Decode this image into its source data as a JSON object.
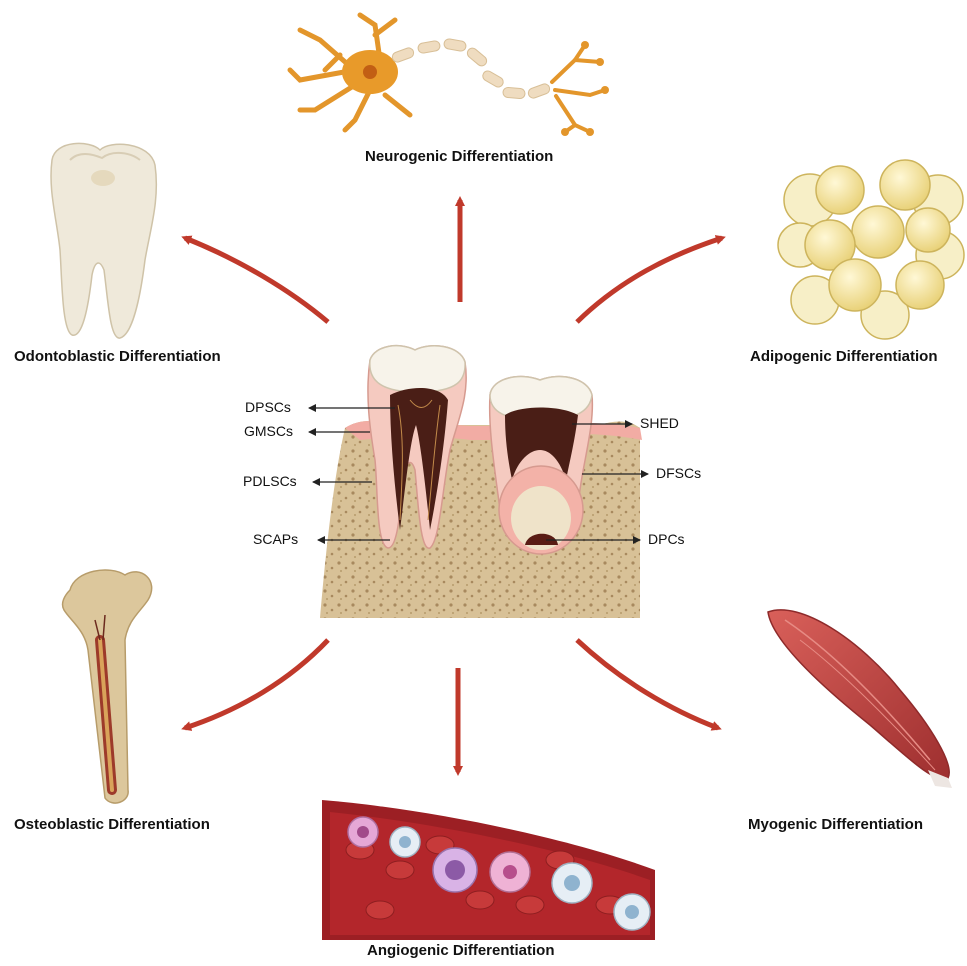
{
  "outcomes": {
    "neurogenic": "Neurogenic Differentiation",
    "odontoblastic": "Odontoblastic Differentiation",
    "adipogenic": "Adipogenic Differentiation",
    "osteoblastic": "Osteoblastic Differentiation",
    "myogenic": "Myogenic Differentiation",
    "angiogenic": "Angiogenic Differentiation"
  },
  "cell_sources": {
    "dpscs": "DPSCs",
    "gmscs": "GMSCs",
    "pdlscs": "PDLSCs",
    "scaps": "SCAPs",
    "shed": "SHED",
    "dfscs": "DFSCs",
    "dpcs": "DPCs"
  },
  "colors": {
    "arrow": "#c0392b",
    "enamel": "#f4f1e8",
    "pulp": "#4a1e16",
    "gum": "#f3b8b0",
    "bone": "#d9c39a",
    "neuron": "#e89a2a",
    "fat": "#f6e9a6",
    "muscle": "#c44a47",
    "blood": "#b3262b"
  }
}
